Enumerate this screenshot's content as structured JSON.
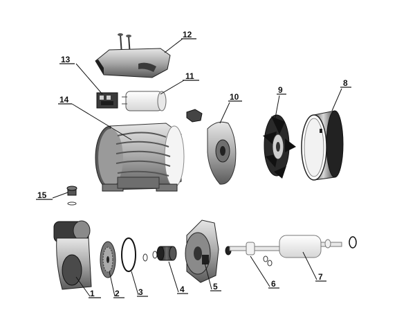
{
  "callouts": [
    {
      "id": "1",
      "label": "1"
    },
    {
      "id": "2",
      "label": "2"
    },
    {
      "id": "3",
      "label": "3"
    },
    {
      "id": "4",
      "label": "4"
    },
    {
      "id": "5",
      "label": "5"
    },
    {
      "id": "6",
      "label": "6"
    },
    {
      "id": "7",
      "label": "7"
    },
    {
      "id": "8",
      "label": "8"
    },
    {
      "id": "9",
      "label": "9"
    },
    {
      "id": "10",
      "label": "10"
    },
    {
      "id": "11",
      "label": "11"
    },
    {
      "id": "12",
      "label": "12"
    },
    {
      "id": "13",
      "label": "13"
    },
    {
      "id": "14",
      "label": "14"
    },
    {
      "id": "15",
      "label": "15"
    }
  ],
  "colors": {
    "metal_light": "#c8c8c8",
    "metal_mid": "#8a8a8a",
    "metal_dark": "#2e2e2e",
    "capacitor": "#f2f2f2",
    "line": "#111111"
  }
}
